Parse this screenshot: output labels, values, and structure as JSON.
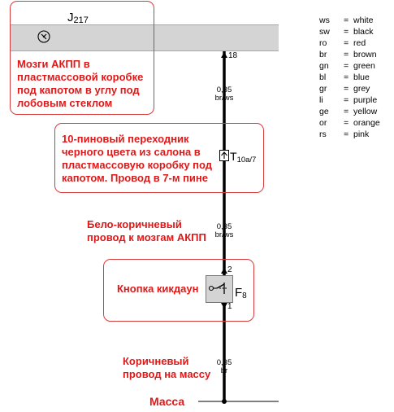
{
  "ecu": {
    "designation": "J",
    "designation_sub": "217",
    "pin": "18",
    "icon": "transmission-control-icon"
  },
  "callouts": {
    "ecu_note": "Мозги АКПП в пластмассовой коробке под капотом в углу под лобовым стеклом",
    "connector_note": "10-пиновый переходник черного цвета из салона в пластмассовую коробку под капотом. Провод в 7-м пине",
    "wire_note": "Бело-коричневый провод к мозгам АКПП",
    "switch_note": "Кнопка кикдаун",
    "ground_wire_note": "Коричневый провод на массу",
    "ground_label": "Масса"
  },
  "wires": [
    {
      "size": "0,35",
      "color": "br/ws"
    },
    {
      "size": "0,35",
      "color": "br/ws"
    },
    {
      "size": "0,35",
      "color": "br"
    }
  ],
  "connector": {
    "designation": "T",
    "designation_sub": "10a/7",
    "icon": "connector-arrow-icon"
  },
  "switch": {
    "designation": "F",
    "designation_sub": "8",
    "pin_top": "2",
    "pin_bottom": "1",
    "icon": "kickdown-switch-icon"
  },
  "legend": [
    {
      "code": "ws",
      "eq": "=",
      "name": "white"
    },
    {
      "code": "sw",
      "eq": "=",
      "name": "black"
    },
    {
      "code": "ro",
      "eq": "=",
      "name": "red"
    },
    {
      "code": "br",
      "eq": "=",
      "name": "brown"
    },
    {
      "code": "gn",
      "eq": "=",
      "name": "green"
    },
    {
      "code": "bl",
      "eq": "=",
      "name": "blue"
    },
    {
      "code": "gr",
      "eq": "=",
      "name": "grey"
    },
    {
      "code": "li",
      "eq": "=",
      "name": "purple"
    },
    {
      "code": "ge",
      "eq": "=",
      "name": "yellow"
    },
    {
      "code": "or",
      "eq": "=",
      "name": "orange"
    },
    {
      "code": "rs",
      "eq": "=",
      "name": "pink"
    }
  ],
  "colors": {
    "annotation_red": "#e01818",
    "callout_border": "#d83a3a",
    "component_fill": "#d4d4d4",
    "wire": "#000000"
  }
}
